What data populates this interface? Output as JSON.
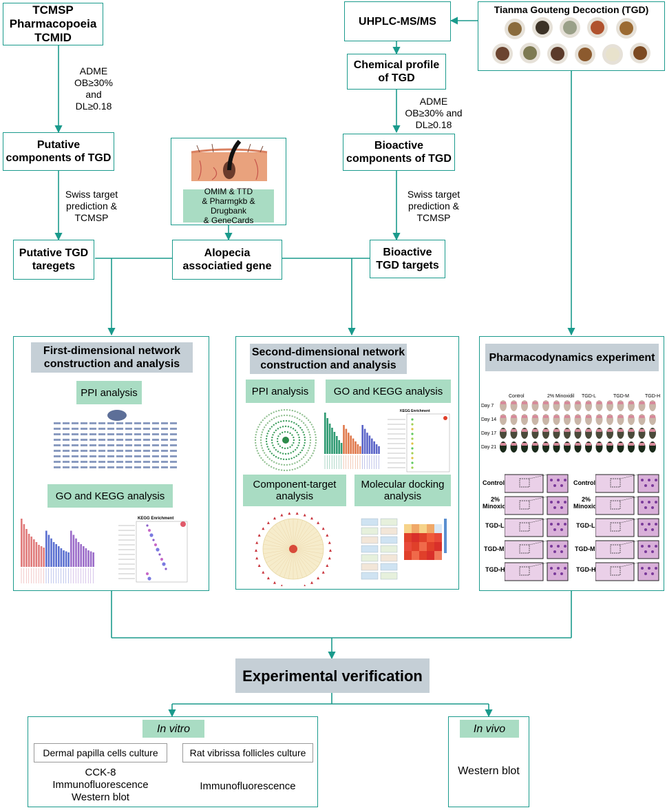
{
  "colors": {
    "line": "#1a9a8c",
    "header_bg": "#c5cfd6",
    "sub_bg": "#a9dcc3"
  },
  "top_left": {
    "databases": [
      "TCMSP",
      "Pharmacopoeia",
      "TCMID"
    ],
    "adme": [
      "ADME",
      "OB≥30% and",
      "DL≥0.18"
    ],
    "putative_components": [
      "Putative",
      "components of TGD"
    ],
    "swiss": [
      "Swiss target",
      "prediction &",
      "TCMSP"
    ],
    "putative_targets": [
      "Putative TGD",
      "taregets"
    ]
  },
  "middle": {
    "disease_dbs": [
      "OMIM & TTD",
      "& Pharmgkb  & Drugbank",
      "& GeneCards"
    ],
    "alopecia": [
      "Alopecia",
      "associatied  gene"
    ]
  },
  "top_right": {
    "uhplc": "UHPLC-MS/MS",
    "tgd_title": "Tianma Gouteng Decoction (TGD)",
    "chemical_profile": [
      "Chemical profile",
      "of TGD"
    ],
    "adme": [
      "ADME",
      "OB≥30% and",
      "DL≥0.18"
    ],
    "bioactive_components": [
      "Bioactive",
      "components of TGD"
    ],
    "swiss": [
      "Swiss target",
      "prediction &",
      "TCMSP"
    ],
    "bioactive_targets": [
      "Bioactive",
      "TGD targets"
    ]
  },
  "panel1": {
    "title": [
      "First-dimensional network",
      "construction and analysis"
    ],
    "ppi": "PPI analysis",
    "go_kegg": "GO and KEGG analysis",
    "kegg_title": "KEGG Enrichment"
  },
  "panel2": {
    "title": [
      "Second-dimensional network",
      "construction and analysis"
    ],
    "ppi": "PPI analysis",
    "go_kegg": "GO and KEGG analysis",
    "component_target": [
      "Component-target",
      "analysis"
    ],
    "docking": [
      "Molecular docking",
      "analysis"
    ],
    "kegg_title": "KEGG Enrichment"
  },
  "panel3": {
    "title": "Pharmacodynamics experiment",
    "groups": [
      "Control",
      "2% Minoxidil",
      "TGD-L",
      "TGD-M",
      "TGD-H"
    ],
    "days": [
      "Day 7",
      "Day 14",
      "Day 17",
      "Day 21"
    ],
    "histo_left": [
      "Control",
      "2%",
      "Minoxidil",
      "TGD-L",
      "TGD-M",
      "TGD-H"
    ],
    "histo_right": [
      "Control",
      "2%",
      "Minoxidil",
      "TGD-L",
      "TGD-M",
      "TGD-H"
    ]
  },
  "verification": {
    "title": "Experimental verification",
    "in_vitro": "In vitro",
    "dermal": "Dermal papilla cells culture",
    "rat": "Rat vibrissa follicles culture",
    "dermal_methods": [
      "CCK-8",
      "Immunofluorescence",
      "Western blot"
    ],
    "rat_methods": [
      "Immunofluorescence"
    ],
    "in_vivo": "In vivo",
    "vivo_methods": [
      "Western blot"
    ]
  }
}
